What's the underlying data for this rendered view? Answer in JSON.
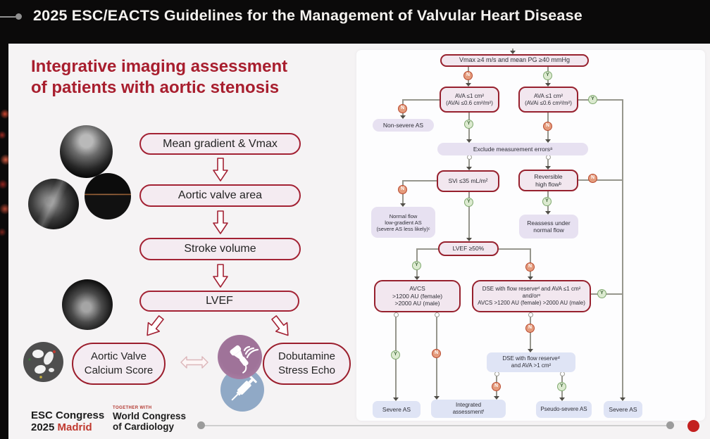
{
  "header": {
    "title": "2025 ESC/EACTS Guidelines for the Management of Valvular Heart Disease"
  },
  "left_panel": {
    "title": {
      "line1": "Integrative imaging assessment",
      "line2": "of patients with aortic stenosis"
    },
    "steps": [
      "Mean gradient & Vmax",
      "Aortic valve area",
      "Stroke volume",
      "LVEF"
    ],
    "calcium_score": {
      "line1": "Aortic Valve",
      "line2": "Calcium Score"
    },
    "stress_echo": {
      "line1": "Dobutamine",
      "line2": "Stress Echo"
    }
  },
  "flowchart": {
    "yes": "Y",
    "no": "N",
    "nodes": {
      "vmax": [
        "Vmax ≥4 m/s and mean PG ≥40 mmHg"
      ],
      "ava_left": [
        "AVA ≤1 cm²",
        "(AVAi ≤0.6 cm²/m²)"
      ],
      "ava_right": [
        "AVA ≤1 cm²",
        "(AVAi ≤0.6 cm²/m²)"
      ],
      "non_severe": [
        "Non-severe AS"
      ],
      "exclude": [
        "Exclude measurement errorsᵃ"
      ],
      "svi": [
        "SVi ≤35 mL/m²"
      ],
      "reversible": [
        "Reversible",
        "high flowᵇ"
      ],
      "normal_flow": [
        "Normal flow",
        "low-gradient AS",
        "(severe AS less likely)ᶜ"
      ],
      "reassess": [
        "Reassess under",
        "normal flow"
      ],
      "lvef": [
        "LVEF ≥50%"
      ],
      "avcs": [
        "AVCS",
        ">1200 AU (female)",
        ">2000 AU (male)"
      ],
      "dse_flow": [
        "DSE with flow reserveᵈ and AVA ≤1 cm²",
        "and/orᵉ",
        "AVCS >1200 AU (female) >2000 AU (male)"
      ],
      "dse_ava": [
        "DSE with flow reserveᵈ",
        "and AVA >1 cm²"
      ],
      "severe_left": [
        "Severe AS"
      ],
      "integrated": [
        "Integrated",
        "assessmentᶠ"
      ],
      "pseudo_severe": [
        "Pseudo-severe AS"
      ],
      "severe_right": [
        "Severe AS"
      ]
    }
  },
  "footer": {
    "esc": {
      "line1": "ESC Congress",
      "year": "2025",
      "city": "Madrid"
    },
    "together_with": "TOGETHER WITH",
    "wcc": {
      "line1": "World Congress",
      "line2": "of Cardiology"
    }
  },
  "colors": {
    "accent_red": "#9b1e2d",
    "title_red": "#a81e2e",
    "decision_fill": "#f2e7ef",
    "lavender_fill": "#e7e1f1",
    "periwinkle_fill": "#dfe4f5",
    "yes_green": "#7fa96e",
    "no_orange": "#b94a2f",
    "line_gray": "#96968d",
    "nav_dot_red": "#c3201f"
  }
}
